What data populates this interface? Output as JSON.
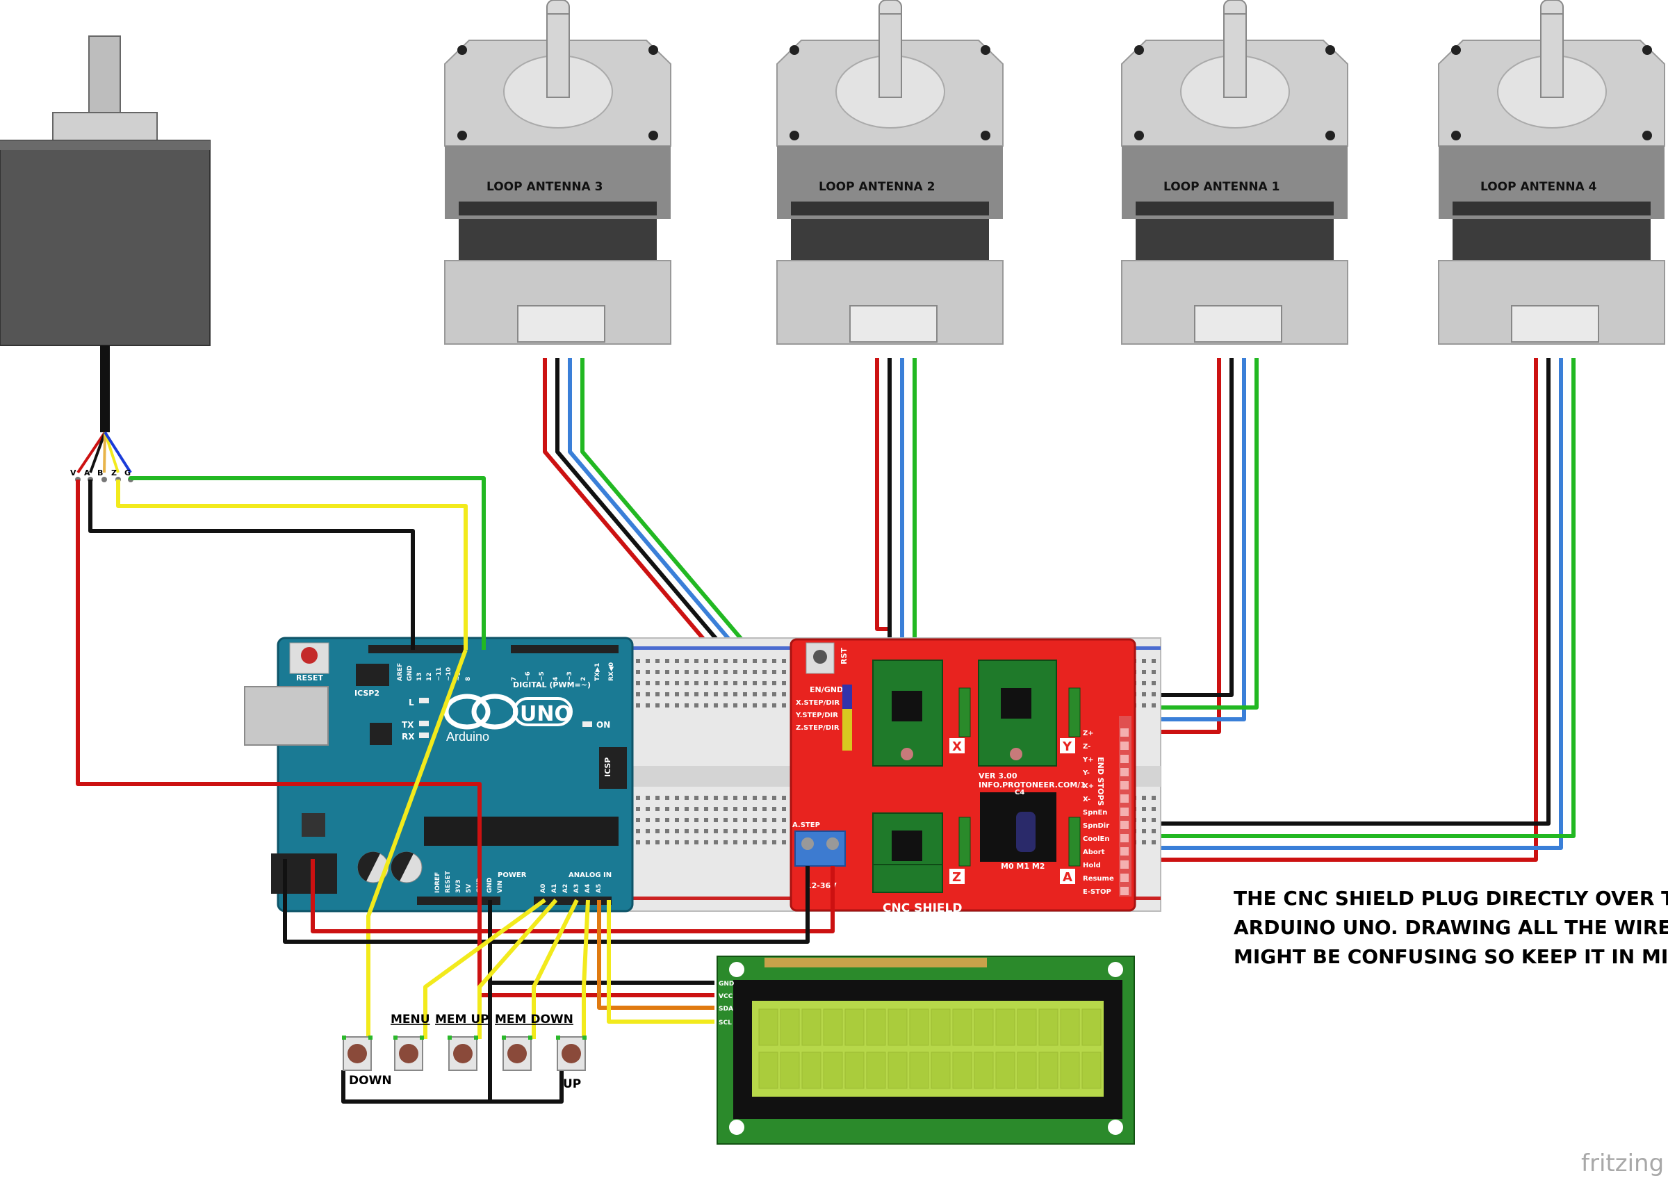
{
  "motors": [
    {
      "label": "LOOP ANTENNA 3"
    },
    {
      "label": "LOOP ANTENNA 2"
    },
    {
      "label": "LOOP ANTENNA 1"
    },
    {
      "label": "LOOP ANTENNA 4"
    }
  ],
  "encoder_pins": [
    "V",
    "A",
    "B",
    "Z",
    "G"
  ],
  "arduino": {
    "logo": "UNO",
    "brand": "Arduino",
    "reset": "RESET",
    "icsp2": "ICSP2",
    "icsp": "ICSP",
    "led_l": "L",
    "tx": "TX",
    "rx": "RX",
    "on": "ON",
    "digital": "DIGITAL (PWM=~)",
    "power": "POWER",
    "analog": "ANALOG IN",
    "top_pins": [
      "AREF",
      "GND",
      "13",
      "12",
      "~11",
      "~10",
      "~9",
      "8"
    ],
    "top_pins2": [
      "7",
      "~6",
      "~5",
      "4",
      "~3",
      "2",
      "TX▶1",
      "RX◀0"
    ],
    "power_pins": [
      "IOREF",
      "RESET",
      "3V3",
      "5V",
      "GND",
      "GND",
      "VIN"
    ],
    "analog_pins": [
      "A0",
      "A1",
      "A2",
      "A3",
      "A4",
      "A5"
    ]
  },
  "cnc_shield": {
    "title": "CNC SHIELD",
    "version": "VER 3.00",
    "url": "INFO.PROTONEER.COM/1",
    "rst": "RST",
    "en_gnd": "EN/GND",
    "step_dir": [
      "X.STEP/DIR",
      "Y.STEP/DIR",
      "Z.STEP/DIR"
    ],
    "axes": [
      "X",
      "Y",
      "Z",
      "A"
    ],
    "side_pins": [
      "Z+",
      "Z-",
      "Y+",
      "Y-",
      "X+",
      "X-",
      "SpnEn",
      "SpnDir",
      "CoolEn",
      "Abort",
      "Hold",
      "Resume",
      "E-STOP"
    ],
    "end_stops": "END STOPS",
    "power_in": "12-36V",
    "jumpers": "M0 M1 M2",
    "a_step": "A.STEP",
    "c4": "C4"
  },
  "lcd": {
    "pins": [
      "GND",
      "VCC",
      "SDA",
      "SCL"
    ]
  },
  "buttons": [
    {
      "label": "DOWN"
    },
    {
      "label": "MENU"
    },
    {
      "label": "MEM UP"
    },
    {
      "label": "MEM DOWN"
    },
    {
      "label": "UP"
    }
  ],
  "note_lines": [
    "THE CNC SHIELD PLUG DIRECTLY OVER THE",
    "ARDUINO UNO. DRAWING ALL THE WIRES",
    "MIGHT BE CONFUSING SO KEEP IT IN MIND."
  ],
  "watermark": "fritzing",
  "colors": {
    "arduino": "#1a7a94",
    "cnc": "#e8231f",
    "lcd_board": "#2b8a2b",
    "lcd_screen": "#b7d84a",
    "wire_red": "#cc1111",
    "wire_black": "#111111",
    "wire_blue": "#3a7fd8",
    "wire_green": "#22b822",
    "wire_yellow": "#f2ea1c",
    "wire_orange": "#e07a10"
  }
}
